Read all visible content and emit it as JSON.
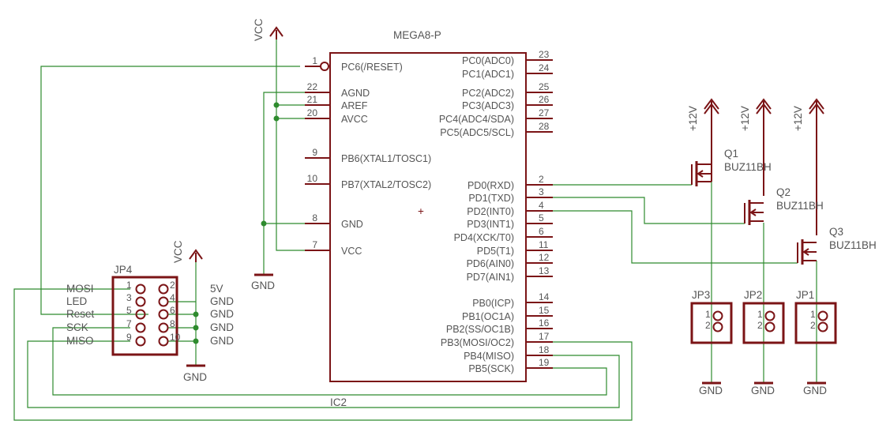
{
  "ic": {
    "name": "MEGA8-P",
    "ref": "IC2",
    "left_pins": [
      {
        "num": "1",
        "label": "PC6(/RESET)"
      },
      {
        "num": "22",
        "label": "AGND"
      },
      {
        "num": "21",
        "label": "AREF"
      },
      {
        "num": "20",
        "label": "AVCC"
      },
      {
        "num": "9",
        "label": "PB6(XTAL1/TOSC1)"
      },
      {
        "num": "10",
        "label": "PB7(XTAL2/TOSC2)"
      },
      {
        "num": "8",
        "label": "GND"
      },
      {
        "num": "7",
        "label": "VCC"
      }
    ],
    "right_pins": [
      {
        "num": "23",
        "label": "PC0(ADC0)"
      },
      {
        "num": "24",
        "label": "PC1(ADC1)"
      },
      {
        "num": "25",
        "label": "PC2(ADC2)"
      },
      {
        "num": "26",
        "label": "PC3(ADC3)"
      },
      {
        "num": "27",
        "label": "PC4(ADC4/SDA)"
      },
      {
        "num": "28",
        "label": "PC5(ADC5/SCL)"
      },
      {
        "num": "2",
        "label": "PD0(RXD)"
      },
      {
        "num": "3",
        "label": "PD1(TXD)"
      },
      {
        "num": "4",
        "label": "PD2(INT0)"
      },
      {
        "num": "5",
        "label": "PD3(INT1)"
      },
      {
        "num": "6",
        "label": "PD4(XCK/T0)"
      },
      {
        "num": "11",
        "label": "PD5(T1)"
      },
      {
        "num": "12",
        "label": "PD6(AIN0)"
      },
      {
        "num": "13",
        "label": "PD7(AIN1)"
      },
      {
        "num": "14",
        "label": "PB0(ICP)"
      },
      {
        "num": "15",
        "label": "PB1(OC1A)"
      },
      {
        "num": "16",
        "label": "PB2(SS/OC1B)"
      },
      {
        "num": "17",
        "label": "PB3(MOSI/OC2)"
      },
      {
        "num": "18",
        "label": "PB4(MISO)"
      },
      {
        "num": "19",
        "label": "PB5(SCK)"
      }
    ]
  },
  "power": {
    "vcc_top": "VCC",
    "vcc_header": "VCC",
    "gnd_ic": "GND",
    "gnd_header": "GND",
    "v12": "+12V",
    "gnd_jp3": "GND",
    "gnd_jp2": "GND",
    "gnd_jp1": "GND"
  },
  "header": {
    "name": "JP4",
    "signals": [
      "MOSI",
      "LED",
      "Reset",
      "SCK",
      "MISO"
    ],
    "odd_pins": [
      "1",
      "3",
      "5",
      "7",
      "9"
    ],
    "even_pins": [
      "2",
      "4",
      "6",
      "8",
      "10"
    ],
    "right_labels": [
      "5V",
      "GND",
      "GND",
      "GND",
      "GND"
    ]
  },
  "mosfets": [
    {
      "ref": "Q1",
      "part": "BUZ11BH"
    },
    {
      "ref": "Q2",
      "part": "BUZ11BH"
    },
    {
      "ref": "Q3",
      "part": "BUZ11BH"
    }
  ],
  "connectors": [
    {
      "ref": "JP3",
      "pins": [
        "1",
        "2"
      ]
    },
    {
      "ref": "JP2",
      "pins": [
        "1",
        "2"
      ]
    },
    {
      "ref": "JP1",
      "pins": [
        "1",
        "2"
      ]
    }
  ],
  "colors": {
    "part": "#7b1416",
    "wire": "#2e8b2e",
    "text": "#555555"
  }
}
